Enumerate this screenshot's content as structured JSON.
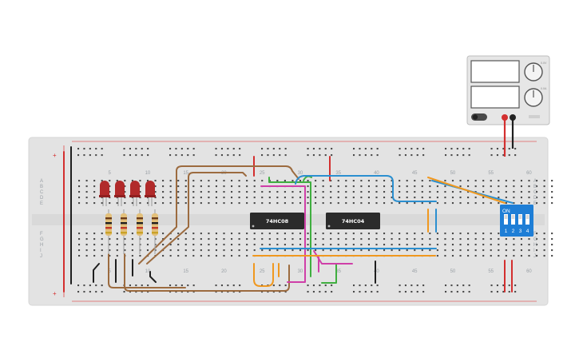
{
  "breadboard": {
    "column_numbers": [
      "5",
      "10",
      "15",
      "20",
      "25",
      "30",
      "35",
      "40",
      "45",
      "50",
      "55",
      "60"
    ],
    "row_letters_top": [
      "A",
      "B",
      "C",
      "D",
      "E"
    ],
    "row_letters_bottom": [
      "F",
      "G",
      "H",
      "I",
      "J"
    ],
    "rail_markers": {
      "plus": "+",
      "minus": "−"
    }
  },
  "chips": [
    {
      "id": "u1",
      "label": "74HC08"
    },
    {
      "id": "u2",
      "label": "74HC04"
    }
  ],
  "dip_switch": {
    "on_label": "ON",
    "switch_numbers": [
      "1",
      "2",
      "3",
      "4"
    ],
    "color": "#1e7ed6"
  },
  "power_supply": {
    "knob_labels": [
      "0.0V",
      "0.0A"
    ]
  },
  "leds": {
    "count": 4,
    "color": "#b12a2a"
  },
  "resistors": {
    "count": 4
  },
  "wire_colors": {
    "red": "#d32f2f",
    "black": "#1f1f1f",
    "brown": "#9c6b3f",
    "blue": "#2b8fd0",
    "orange": "#f0981f",
    "green": "#3fae3f",
    "magenta": "#cf3fa8"
  }
}
